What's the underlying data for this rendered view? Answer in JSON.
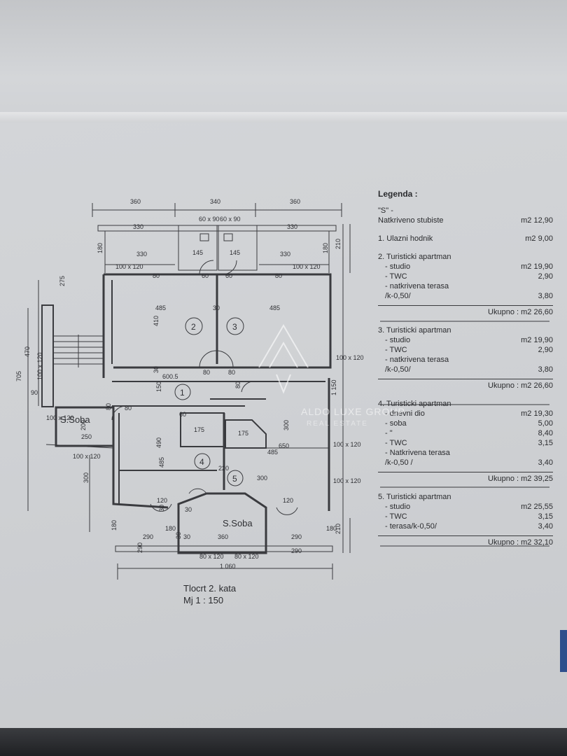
{
  "plan": {
    "dimensions_top": [
      "360",
      "340",
      "360"
    ],
    "dims_inner": [
      "330",
      "60 x 90",
      "60 x 90",
      "330",
      "180",
      "145",
      "145",
      "330",
      "330",
      "180",
      "210",
      "100 x 120",
      "100 x 120",
      "80",
      "60",
      "60",
      "80",
      "485",
      "485",
      "30",
      "410",
      "100 x 120",
      "30",
      "600.5",
      "80",
      "80",
      "150",
      "80",
      "90",
      "80",
      "80",
      "275",
      "470",
      "705",
      "100 x 120",
      "100 x 120",
      "250",
      "100 x 120",
      "60",
      "175",
      "175",
      "300",
      "1 150",
      "650",
      "490",
      "485",
      "485",
      "220",
      "300",
      "100 x 120",
      "100 x 120",
      "300",
      "120",
      "120",
      "30",
      "30",
      "200",
      "180",
      "290",
      "180",
      "30",
      "360",
      "30",
      "290",
      "180",
      "210",
      "290",
      "290",
      "80 x 120",
      "80 x 120",
      "1 060"
    ],
    "room_numbers": [
      "1",
      "2",
      "3",
      "4",
      "5"
    ],
    "room_labels": [
      "S.Soba",
      "S.Soba"
    ]
  },
  "legend": {
    "title": "Legenda :",
    "s_line": "\"S\" -",
    "s_name": "Natkriveno stubiste",
    "s_area": "m2  12,90",
    "i1_name": "1.  Ulazni hodnik",
    "i1_area": "m2   9,00",
    "i2_name": "2.  Turisticki apartman",
    "i2_r1": "- studio",
    "i2_v1": "m2  19,90",
    "i2_r2": "- TWC",
    "i2_v2": "2,90",
    "i2_r3": "-   natkrivena terasa",
    "i2_r4": "/k-0,50/",
    "i2_v4": "3,80",
    "i2_total": "Ukupno  :  m2  26,60",
    "i3_name": "3.  Turisticki apartman",
    "i3_r1": "- studio",
    "i3_v1": "m2  19,90",
    "i3_r2": "- TWC",
    "i3_v2": "2,90",
    "i3_r3": "-   natkrivena terasa",
    "i3_r4": "/k-0,50/",
    "i3_v4": "3,80",
    "i3_total": "Ukupno  :  m2  26,60",
    "i4_name": "4.  Turisticki apartman",
    "i4_r1": "- dnevni dio",
    "i4_v1": "m2  19,30",
    "i4_r2": "-   soba",
    "i4_v2": "5,00",
    "i4_r3": "-   \"",
    "i4_v3": "8,40",
    "i4_r4": "- TWC",
    "i4_v4": "3,15",
    "i4_r5": "- Natkrivena terasa",
    "i4_r6": "/k-0,50 /",
    "i4_v6": "3,40",
    "i4_total": "Ukupno : m2  39,25",
    "i5_name": "5.  Turisticki apartman",
    "i5_r1": "- studio",
    "i5_v1": "m2  25,55",
    "i5_r2": "- TWC",
    "i5_v2": "3,15",
    "i5_r3": "-   terasa/k-0,50/",
    "i5_v3": "3,40",
    "i5_total": "Ukupno : m2    32,10"
  },
  "caption": {
    "line1": "Tlocrt  2. kata",
    "line2": "Mj   1 : 150"
  },
  "watermark": {
    "line1": "ALDO LUXE GROUP",
    "line2": "REAL ESTATE"
  }
}
